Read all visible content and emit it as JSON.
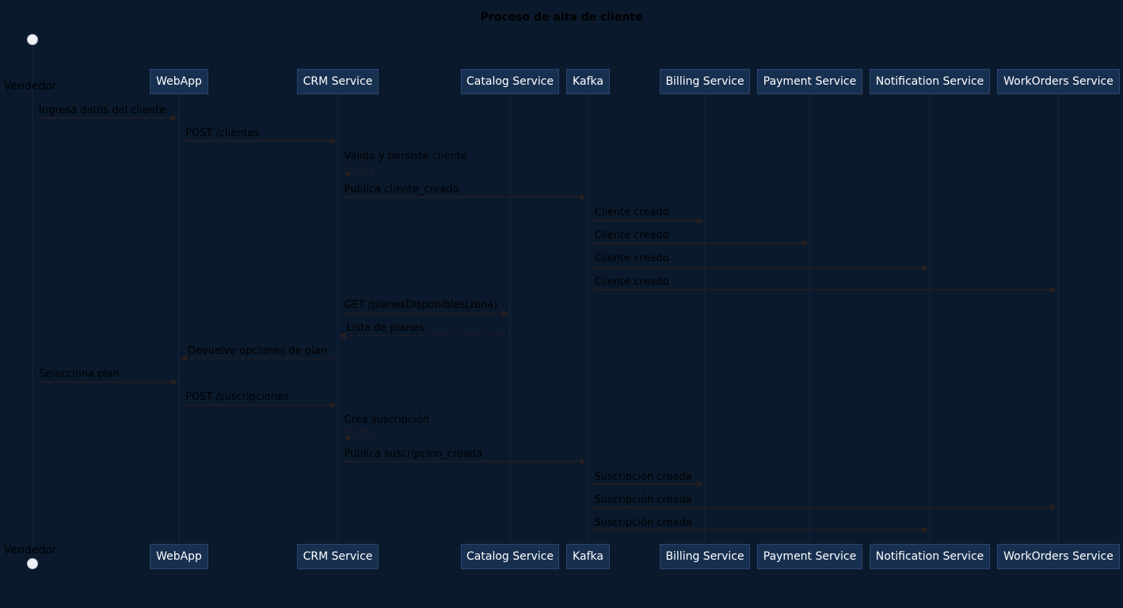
{
  "title": "Proceso de alta de cliente",
  "actor": "Vendedor",
  "participants": [
    "WebApp",
    "CRM Service",
    "Catalog Service",
    "Kafka",
    "Billing Service",
    "Payment Service",
    "Notification Service",
    "WorkOrders Service"
  ],
  "messages": [
    {
      "from": "Vendedor",
      "to": "WebApp",
      "label": "Ingresa datos del cliente"
    },
    {
      "from": "WebApp",
      "to": "CRM Service",
      "label": "POST /clientes"
    },
    {
      "from": "CRM Service",
      "to": "CRM Service",
      "label": "Valida y persiste cliente",
      "self": true
    },
    {
      "from": "CRM Service",
      "to": "Kafka",
      "label": "Publica cliente_creado"
    },
    {
      "from": "Kafka",
      "to": "Billing Service",
      "label": "Cliente creado"
    },
    {
      "from": "Kafka",
      "to": "Payment Service",
      "label": "Cliente creado"
    },
    {
      "from": "Kafka",
      "to": "Notification Service",
      "label": "Cliente creado"
    },
    {
      "from": "Kafka",
      "to": "WorkOrders Service",
      "label": "Cliente creado"
    },
    {
      "from": "CRM Service",
      "to": "Catalog Service",
      "label": "GET /planesDisponibles(zona)"
    },
    {
      "from": "Catalog Service",
      "to": "CRM Service",
      "label": "Lista de planes",
      "reply": true
    },
    {
      "from": "CRM Service",
      "to": "WebApp",
      "label": "Devuelve opciones de plan",
      "reply": true
    },
    {
      "from": "Vendedor",
      "to": "WebApp",
      "label": "Selecciona plan"
    },
    {
      "from": "WebApp",
      "to": "CRM Service",
      "label": "POST /suscripciones"
    },
    {
      "from": "CRM Service",
      "to": "CRM Service",
      "label": "Crea suscripción",
      "self": true
    },
    {
      "from": "CRM Service",
      "to": "Kafka",
      "label": "Publica suscripcion_creada"
    },
    {
      "from": "Kafka",
      "to": "Billing Service",
      "label": "Suscripción creada"
    },
    {
      "from": "Kafka",
      "to": "WorkOrders Service",
      "label": "Suscripción creada"
    },
    {
      "from": "Kafka",
      "to": "Notification Service",
      "label": "Suscripción creada"
    }
  ],
  "colors": {
    "background": "#0b192c",
    "participant_fill": "#183050",
    "participant_border": "#2a4670",
    "participant_text": "#ffffff",
    "arrow": "#2a1f1f",
    "lifeline": "#0f2036",
    "label_text": "#000000"
  }
}
